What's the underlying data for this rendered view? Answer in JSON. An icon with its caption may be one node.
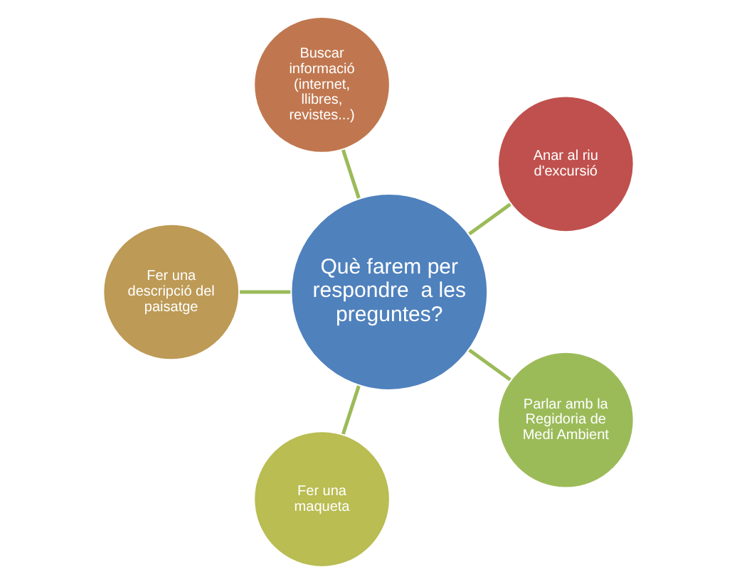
{
  "diagram": {
    "nodes": [
      {
        "text": [
          "Què farem per respondre  a les preguntes?"
        ]
      },
      {
        "text": [
          "Anar al riu d'excursió"
        ]
      },
      {
        "text": [
          "Buscar informació (internet, llibres, revistes...)"
        ]
      },
      {
        "text": [
          "Fer una descripció del paisatge"
        ]
      },
      {
        "text": [
          "Fer una maqueta"
        ]
      },
      {
        "text": [
          "Parlar amb la Regidoria de Medi Ambient"
        ]
      }
    ],
    "edges": [
      {
        "from": 0,
        "to": 1,
        "arrow": "none"
      },
      {
        "from": 0,
        "to": 2,
        "arrow": "none"
      },
      {
        "from": 0,
        "to": 3,
        "arrow": "none"
      },
      {
        "from": 0,
        "to": 4,
        "arrow": "none"
      },
      {
        "from": 0,
        "to": 5,
        "arrow": "none"
      }
    ]
  }
}
